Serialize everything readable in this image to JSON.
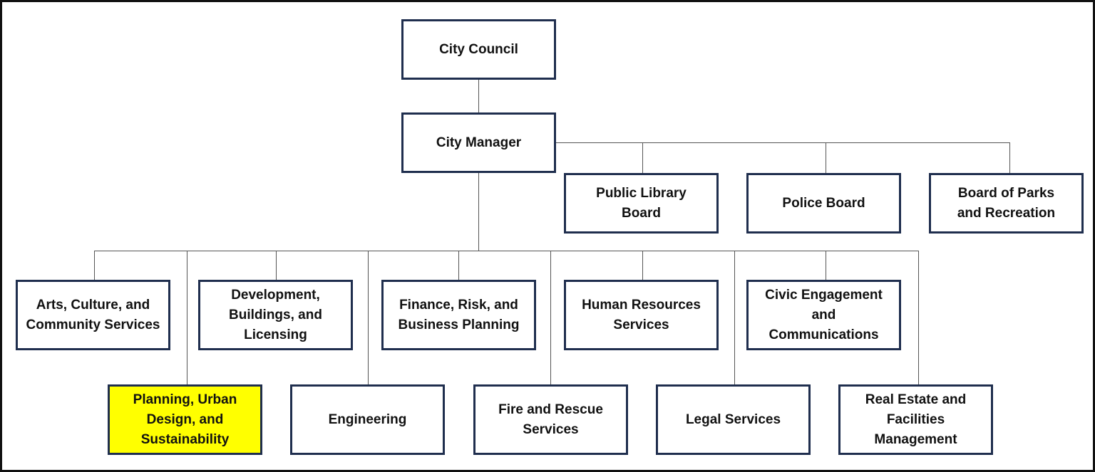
{
  "title": "City Organizational Chart",
  "colors": {
    "box_border": "#1f2e4e",
    "box_fill": "#ffffff",
    "highlight_fill": "#ffff00",
    "connector": "#555555"
  },
  "top": {
    "council": "City Council",
    "manager": "City Manager"
  },
  "boards": [
    {
      "name": "Public Library Board"
    },
    {
      "name": "Police Board"
    },
    {
      "name": "Board of Parks and Recreation"
    }
  ],
  "departments_row1": [
    {
      "name": "Arts, Culture, and Community Services"
    },
    {
      "name": "Development, Buildings, and Licensing"
    },
    {
      "name": "Finance, Risk, and Business Planning"
    },
    {
      "name": "Human Resources Services"
    },
    {
      "name": "Civic Engagement and Communications"
    }
  ],
  "departments_row2": [
    {
      "name": "Planning, Urban Design, and Sustainability",
      "highlighted": true
    },
    {
      "name": "Engineering"
    },
    {
      "name": "Fire and Rescue Services"
    },
    {
      "name": "Legal Services"
    },
    {
      "name": "Real Estate and Facilities Management"
    }
  ]
}
